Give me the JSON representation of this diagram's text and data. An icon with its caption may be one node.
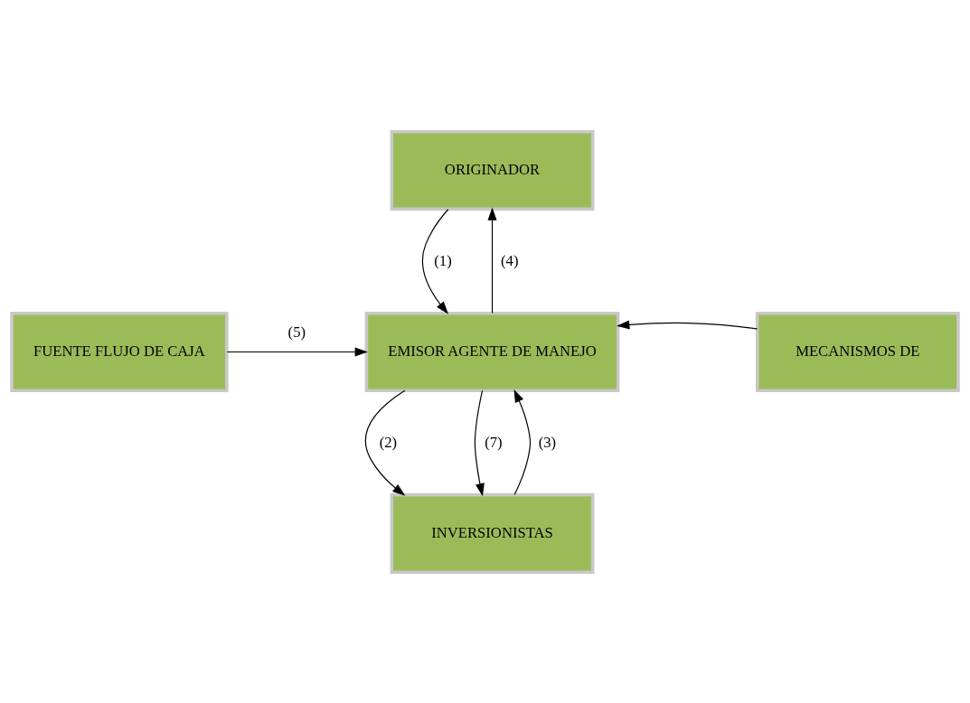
{
  "diagram": {
    "nodes": [
      {
        "text": [
          "ORIGINADOR"
        ]
      },
      {
        "text": [
          "FUENTE FLUJO DE CAJA"
        ]
      },
      {
        "text": [
          "EMISOR AGENTE DE MANEJO"
        ]
      },
      {
        "text": [
          "MECANISMOS DE"
        ]
      },
      {
        "text": [
          "INVERSIONISTAS"
        ]
      }
    ],
    "edges": [
      {
        "from": 0,
        "to": 2,
        "arrow": "to",
        "label": "(1)"
      },
      {
        "from": 2,
        "to": 0,
        "arrow": "to",
        "label": "(4)"
      },
      {
        "from": 1,
        "to": 2,
        "arrow": "to",
        "label": "(5)"
      },
      {
        "from": 3,
        "to": 2,
        "arrow": "to"
      },
      {
        "from": 2,
        "to": 4,
        "arrow": "to",
        "label": "(2)"
      },
      {
        "from": 4,
        "to": 2,
        "arrow": "to",
        "label": "(3)"
      },
      {
        "from": 2,
        "to": 4,
        "arrow": "to",
        "label": "(7)"
      }
    ]
  }
}
